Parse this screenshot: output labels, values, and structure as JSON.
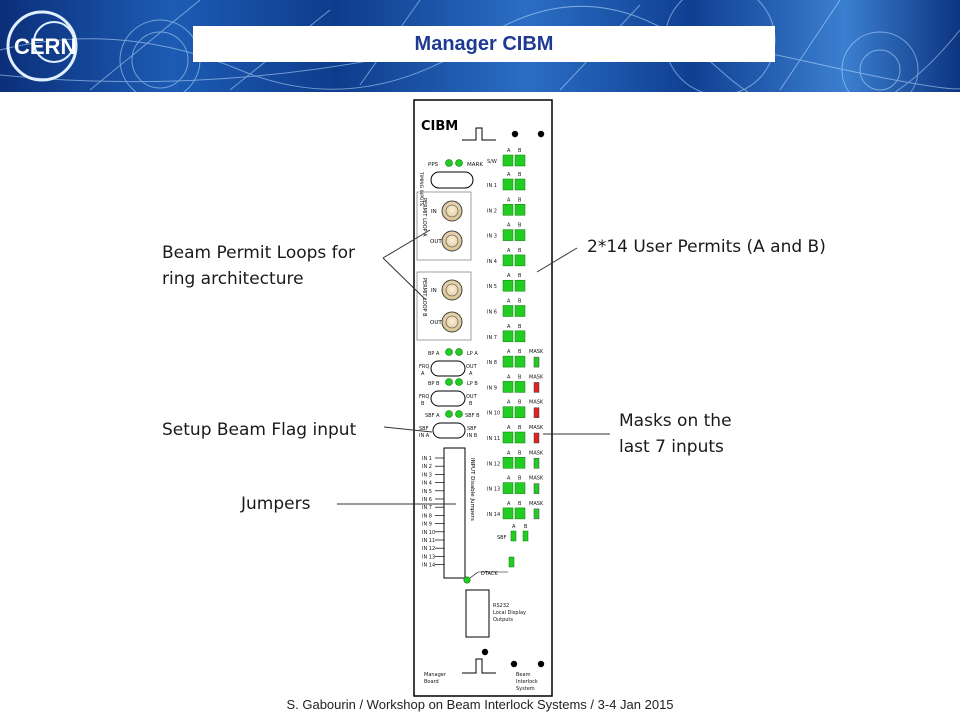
{
  "header": {
    "title": "Manager CIBM",
    "logo_text": "CERN",
    "colors": {
      "title": "#1f3a93",
      "banner": "#1d5cb4"
    }
  },
  "annotations": {
    "beam_permit_loops": [
      "Beam Permit Loops for",
      "ring architecture"
    ],
    "user_permits": "2*14 User Permits (A and B)",
    "setup_beam_flag": "Setup Beam Flag input",
    "masks": [
      "Masks on the",
      "last 7 inputs"
    ],
    "jumpers": "Jumpers"
  },
  "board": {
    "name": "CIBM",
    "pps": "PPS",
    "mark": "MARK",
    "timing_inputs": "TIMING INPUTS",
    "permit_loop_a": "PERMIT LOOP A",
    "permit_loop_b": "PERMIT LOOP B",
    "in_label": "IN",
    "out_label": "OUT",
    "sw": "S/W",
    "col_a": "A",
    "col_b": "B",
    "mask": "MASK",
    "inputs": [
      "IN 1",
      "IN 2",
      "IN 3",
      "IN 4",
      "IN 5",
      "IN 6",
      "IN 7",
      "IN 8",
      "IN 9",
      "IN 10",
      "IN 11",
      "IN 12",
      "IN 13",
      "IN 14"
    ],
    "bp_a": "BP A",
    "lp_a": "LP A",
    "frq_a": [
      "FRQ",
      "A"
    ],
    "out_a": [
      "OUT",
      "A"
    ],
    "bp_b": "BP B",
    "lp_b": "LP B",
    "frq_b": [
      "FRQ",
      "B"
    ],
    "out_b": [
      "OUT",
      "B"
    ],
    "sbf_a": "SBF A",
    "sbf_b": "SBF B",
    "sbf_in_a": [
      "SBF",
      "IN A"
    ],
    "sbf_in_b": [
      "SBF",
      "IN B"
    ],
    "sbf": "SBF",
    "input_disable_jumpers": "INPUT Disable Jumpers",
    "dtack": "DTACK",
    "rs232": [
      "RS232",
      "Local Display",
      "Outputs"
    ],
    "manager_board": [
      "Manager",
      "Board"
    ],
    "beam_interlock_system": [
      "Beam",
      "Interlock",
      "System"
    ],
    "led_green": "#22cc22",
    "led_red": "#dd2222",
    "connector": "#f2dcb0"
  },
  "footer": "S. Gabourin / Workshop on Beam Interlock Systems / 3-4 Jan 2015"
}
